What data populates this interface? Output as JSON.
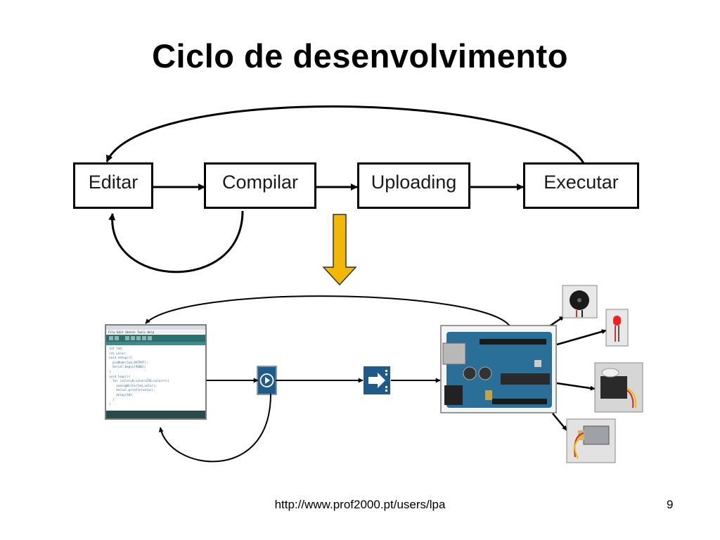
{
  "slide": {
    "title": "Ciclo de desenvolvimento",
    "footer_url": "http://www.prof2000.pt/users/lpa",
    "page_number": "9"
  },
  "cycle": {
    "steps": [
      {
        "label": "Editar"
      },
      {
        "label": "Compilar"
      },
      {
        "label": "Uploading"
      },
      {
        "label": "Executar"
      }
    ]
  },
  "ide_window": {
    "menu": [
      "File",
      "Edit",
      "Sketch",
      "Tools",
      "Help"
    ],
    "code_lines": [
      "int led;",
      "int valor;",
      "void setup(){",
      "  pinMode(led,OUTPUT);",
      "  Serial.begin(9600);",
      "}",
      "void loop(){",
      "  for (valor=0;valor<256;valor++){",
      "    analogWrite(led,valor);",
      "    Serial.println(valor);",
      "    delay(10);",
      "  }",
      "}"
    ]
  },
  "icons": {
    "verify": "play-circle-icon",
    "upload": "upload-arrow-icon",
    "board": "arduino-board",
    "outputs": [
      "buzzer",
      "led",
      "servo-motor",
      "dc-motor"
    ]
  },
  "colors": {
    "down_arrow": "#f2b705",
    "ide_toolbar": "#2b6e6e",
    "button_blue": "#1e5a8a",
    "board_blue": "#2a6f98"
  }
}
